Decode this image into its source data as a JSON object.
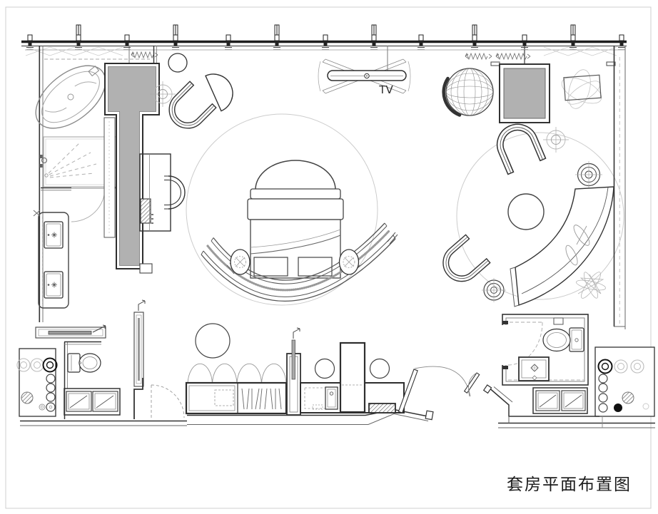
{
  "document": {
    "type": "interior-floor-plan",
    "caption": "套房平面布置图",
    "background": "#ffffff"
  },
  "labels": {
    "tv": "TV"
  },
  "colors": {
    "line_dark": "#2e2e2e",
    "line_mid": "#777777",
    "line_light": "#b5b5b5",
    "fill_gray": "#b1b1b1",
    "caption_text": "#1a1a1a",
    "frame": "#cfcfcf"
  },
  "symbols": [
    "curtain-wall-mullion",
    "curtain-zigzag",
    "bathtub",
    "shower-spray",
    "double-sink-vanity",
    "wardrobe-closet",
    "shelf-niche",
    "writing-desk",
    "desk-chair",
    "minibar-hatch",
    "pocket-sliding-door",
    "water-closet-toilet",
    "drawer-cabinet",
    "decor-wall-panel",
    "bed-canopy-headboard",
    "king-bed",
    "bedside-oval-table",
    "curved-foot-bench",
    "area-rug",
    "swivel-tv-stand",
    "pendant-dome-chair",
    "built-in-gray-cabinet",
    "wall-artwork",
    "lounge-armchair",
    "round-side-table",
    "crosshair-light",
    "coffee-table",
    "curved-sofa",
    "leaf-decor",
    "plant-scribble",
    "bar-cabinet",
    "scalloped-cabinet-doors",
    "bar-sink-counter",
    "tall-column-cabinet",
    "floor-mat",
    "bar-stool",
    "entry-double-door",
    "guest-bathroom",
    "guest-toilet",
    "guest-vanity",
    "corridor-wall"
  ]
}
